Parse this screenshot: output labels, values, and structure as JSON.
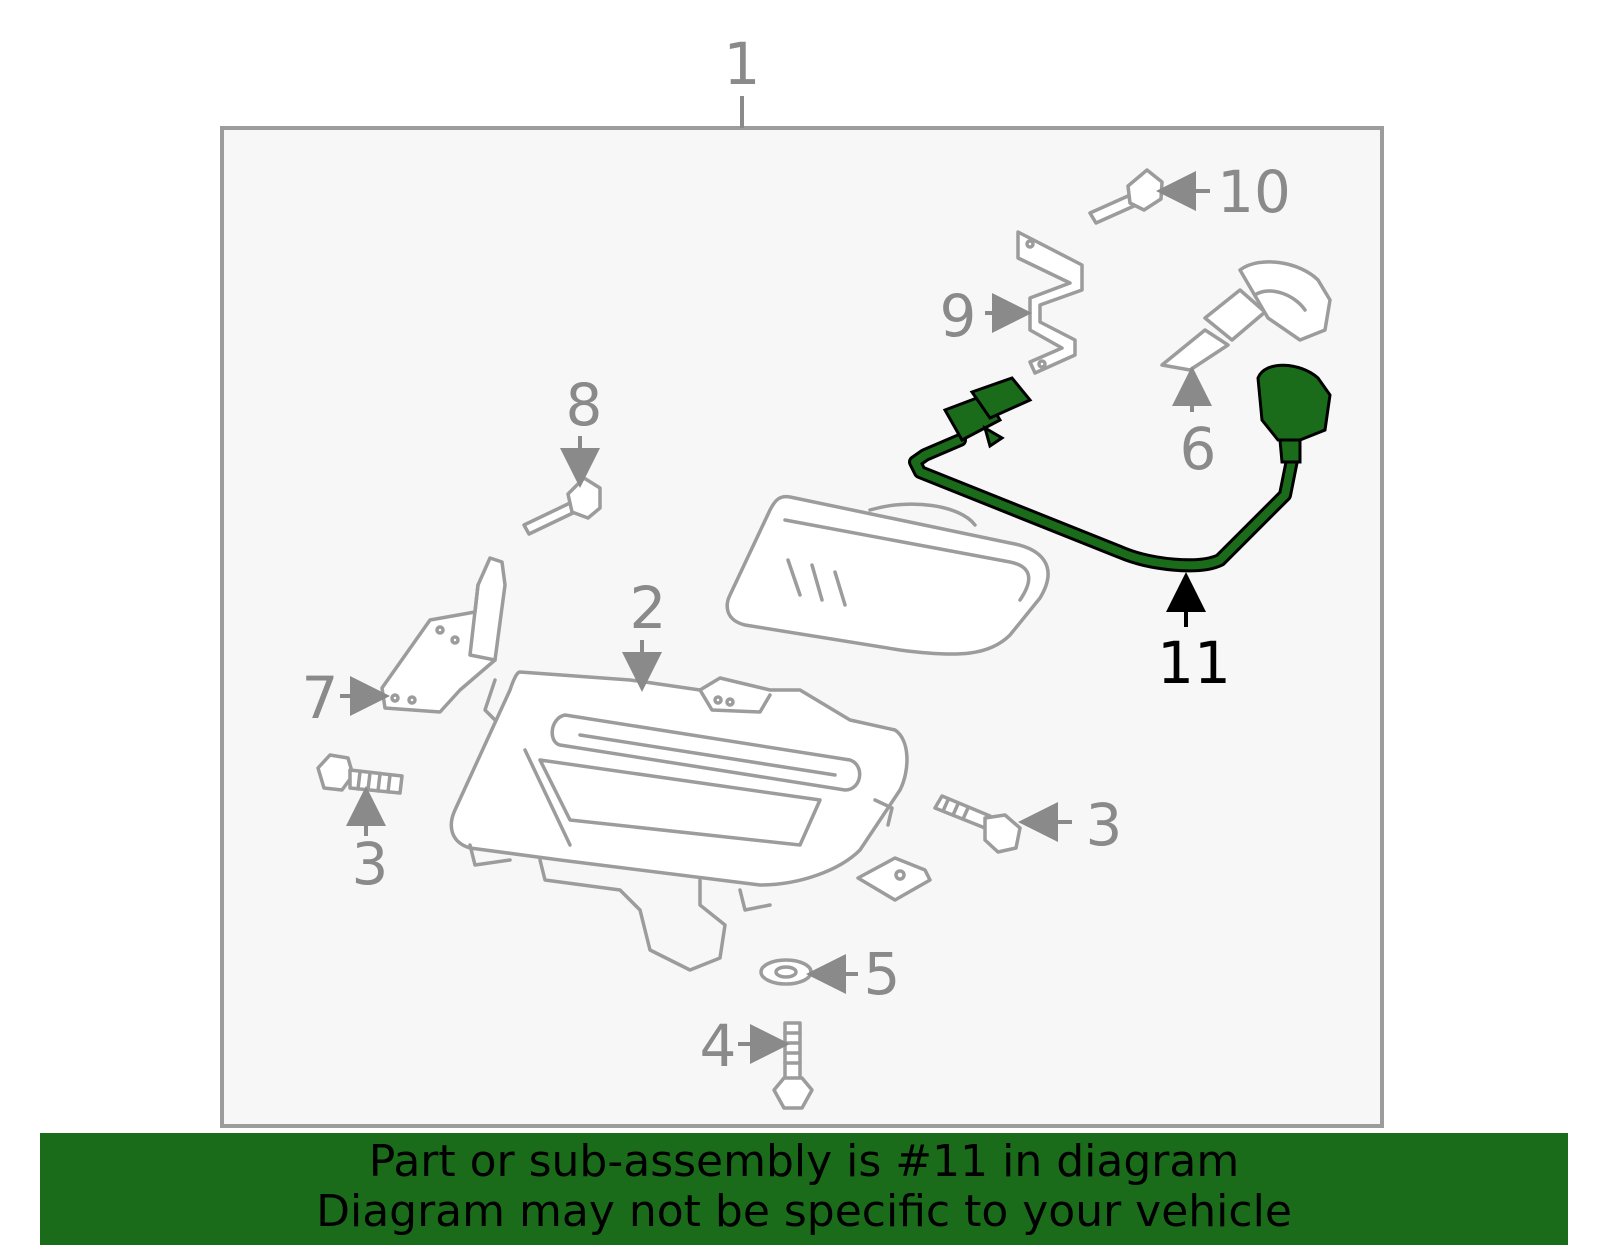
{
  "callouts": {
    "c1": "1",
    "c2": "2",
    "c3a": "3",
    "c3b": "3",
    "c4": "4",
    "c5": "5",
    "c6": "6",
    "c7": "7",
    "c8": "8",
    "c9": "9",
    "c10": "10",
    "c11": "11"
  },
  "highlight_part": "11",
  "colors": {
    "highlight": "#1a6b1a",
    "box_fill": "#f7f7f7",
    "box_stroke": "#9c9c9c",
    "part_stroke": "#9c9c9c",
    "banner_bg": "#1a6b1a"
  },
  "banner": {
    "line1": "Part or sub-assembly is #11 in diagram",
    "line2": "Diagram may not be specific to your vehicle"
  }
}
